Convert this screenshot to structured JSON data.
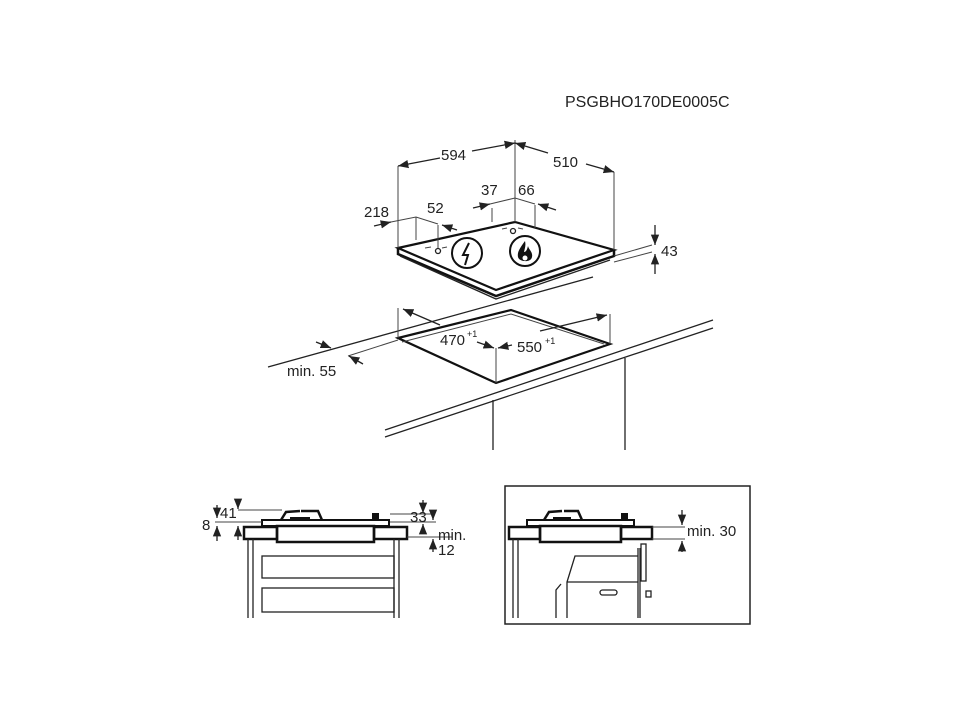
{
  "drawing_code": "PSGBHO170DE0005C",
  "top_view": {
    "width": "594",
    "depth": "510",
    "offset_left": "218",
    "offset_52": "52",
    "offset_37": "37",
    "offset_66": "66",
    "height": "43",
    "cutout_depth": "470",
    "cutout_depth_tol": "+1",
    "cutout_width": "550",
    "cutout_width_tol": "+1",
    "min_front_gap": "min. 55",
    "icons": [
      "electric-bolt-icon",
      "gas-flame-icon"
    ]
  },
  "side_view_left": {
    "dim_8": "8",
    "dim_41": "41",
    "dim_33": "33",
    "min_label": "min.",
    "min_value": "12"
  },
  "side_view_right": {
    "min_label": "min. 30"
  }
}
